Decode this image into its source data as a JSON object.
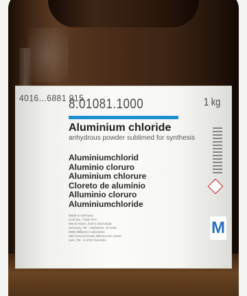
{
  "label": {
    "barcode_text": "4016...6881 915",
    "product_number": "8.01081.1000",
    "quantity": "1 kg",
    "product_name": "Aluminium chloride",
    "description": "anhydrous powder sublimed for synthesis",
    "translations": [
      "Aluminiumchlorid",
      "Aluminio cloruro",
      "Aluminium chlorure",
      "Cloreto de alumínio",
      "Alluminio cloruro",
      "Aluminiumchloride"
    ],
    "fine_print": "Made in Germany\nCAS-No.: 7446-70-0\nMerck KGaA, 64271 Darmstadt\nGermany, Tel. +49(0)6151 72-2440\nEMD Millipore Corporation\n290 Concord Road, Billerica MA 01821\nUSA, Tel. +1-978-715-4321",
    "brand_logo_letter": "M",
    "accent_color": "#1e8fd0"
  }
}
